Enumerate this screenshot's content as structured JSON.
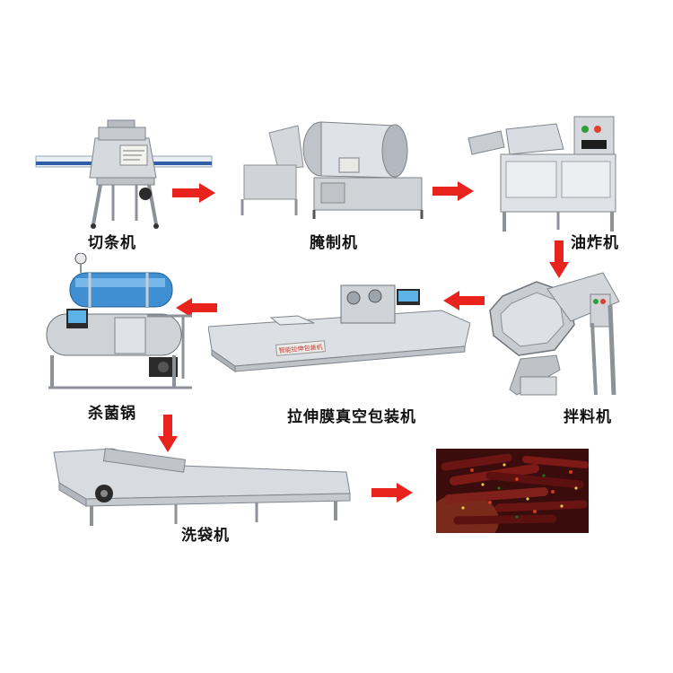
{
  "steps": {
    "cutter": {
      "label": "切条机",
      "icon": "strip-cutting-machine-icon"
    },
    "marinator": {
      "label": "腌制机",
      "icon": "vacuum-tumbler-icon"
    },
    "fryer": {
      "label": "油炸机",
      "icon": "fryer-machine-icon"
    },
    "mixer": {
      "label": "拌料机",
      "icon": "octagonal-seasoning-mixer-icon"
    },
    "packer": {
      "label": "拉伸膜真空包装机",
      "plate_text": "智能拉伸包装机",
      "icon": "vacuum-packaging-machine-icon"
    },
    "sterilizer": {
      "label": "杀菌锅",
      "icon": "sterilization-retort-icon"
    },
    "washer": {
      "label": "洗袋机",
      "icon": "bag-washing-machine-icon"
    },
    "product": {
      "icon": "spicy-beef-jerky-photo-icon"
    }
  },
  "colors": {
    "arrow": "#e8231e",
    "steel": "#c9ccd0",
    "steel_dark": "#8d9298",
    "blue_tank": "#3f8fd2",
    "jerky": "#6b1414"
  }
}
